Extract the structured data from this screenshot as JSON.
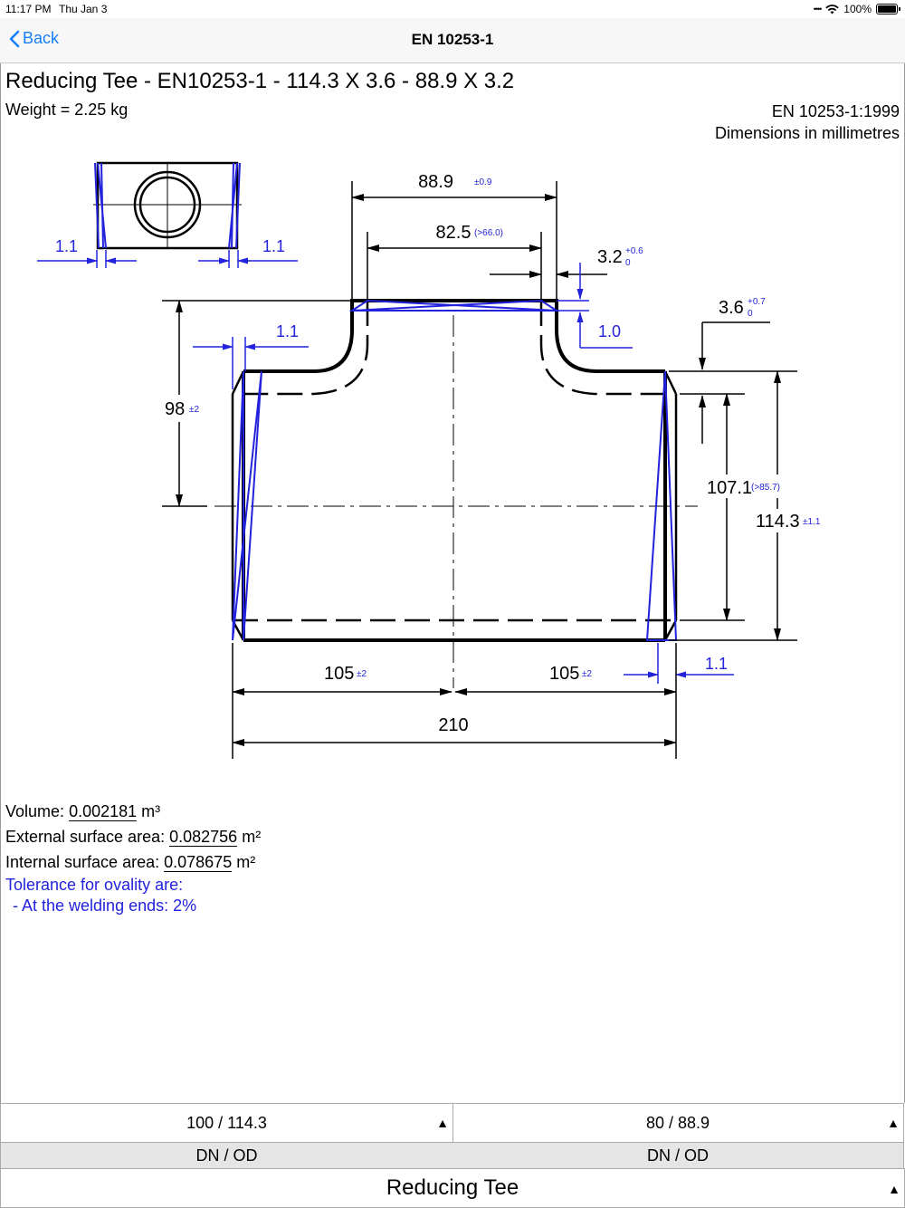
{
  "status_bar": {
    "time": "11:17 PM",
    "date": "Thu Jan 3",
    "battery": "100%"
  },
  "nav": {
    "back_label": "Back",
    "title": "EN 10253-1"
  },
  "header": {
    "title": "Reducing Tee - EN10253-1 - 114.3 X 3.6 - 88.9 X 3.2",
    "weight": "Weight = 2.25 kg",
    "standard": "EN 10253-1:1999",
    "units_note": "Dimensions in millimetres"
  },
  "drawing": {
    "dim_run_od": "114.3",
    "dim_run_od_tol": "±1.1",
    "dim_run_id": "107.1",
    "dim_run_id_tol": "(>85.7)",
    "dim_run_wall": "3.6",
    "dim_run_wall_tol_up": "+0.7",
    "dim_run_wall_tol_low": "0",
    "dim_branch_od": "88.9",
    "dim_branch_od_tol": "±0.9",
    "dim_branch_id": "82.5",
    "dim_branch_id_tol": "(>66.0)",
    "dim_branch_wall": "3.2",
    "dim_branch_wall_tol_up": "+0.6",
    "dim_branch_wall_tol_low": "0",
    "dim_center_to_branch": "98",
    "dim_center_to_branch_tol": "±2",
    "dim_half_left": "105",
    "dim_half_left_tol": "±2",
    "dim_half_right": "105",
    "dim_half_right_tol": "±2",
    "dim_total_length": "210",
    "bevel_top_left": "1.1",
    "bevel_top_right": "1.1",
    "bevel_run_left": "1.1",
    "bevel_run_right": "1.1",
    "bevel_branch": "1.0"
  },
  "properties": {
    "volume_label": "Volume:",
    "volume_value": "0.002181",
    "volume_unit": "m³",
    "ext_label": "External surface area:",
    "ext_value": "0.082756",
    "ext_unit": "m²",
    "int_label": "Internal surface area:",
    "int_value": "0.078675",
    "int_unit": "m²",
    "tolerance_title": "Tolerance for ovality are:",
    "tolerance_item": "- At the welding ends: 2%"
  },
  "selectors": {
    "run": {
      "value": "100 / 114.3",
      "label": "DN / OD"
    },
    "branch": {
      "value": "80 / 88.9",
      "label": "DN / OD"
    },
    "fitting": {
      "value": "Reducing Tee"
    }
  },
  "colors": {
    "accent": "#147efb",
    "annotation": "#2222dd",
    "drawing": "#000000"
  }
}
